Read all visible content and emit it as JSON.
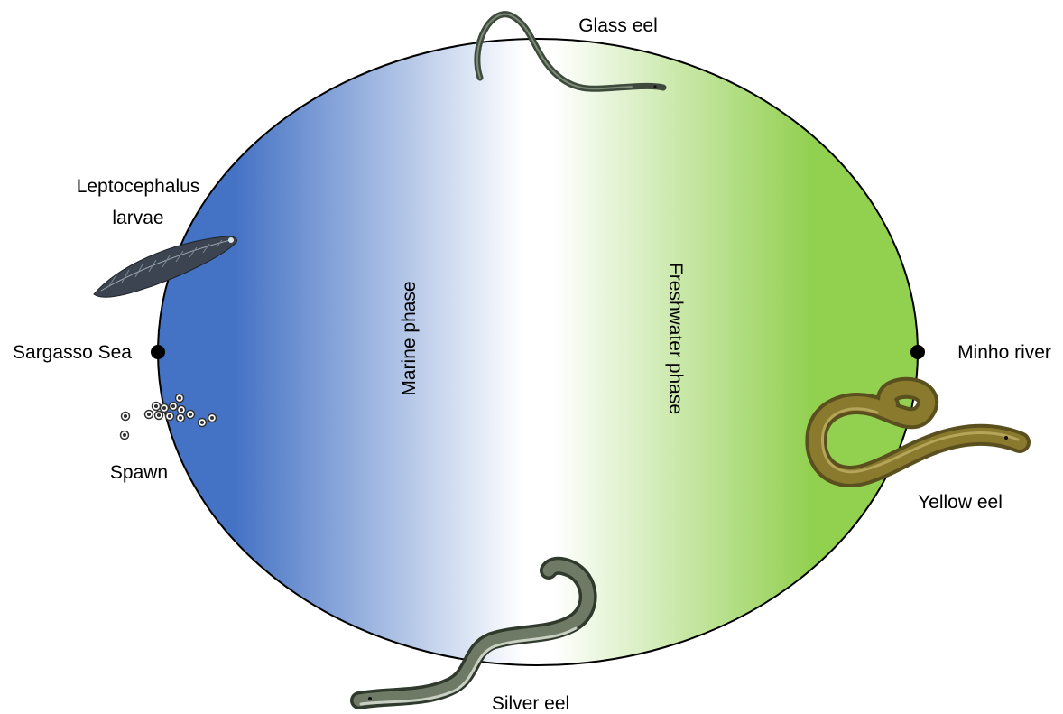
{
  "colors": {
    "marine": "#4472c4",
    "freshwater": "#92d050",
    "outline": "#000000",
    "eel_dark": "#3e4a3c",
    "eel_yellow": "#8a7a2e",
    "larva": "#3b4450"
  },
  "phases": {
    "marine": "Marine phase",
    "freshwater": "Freshwater phase"
  },
  "locations": {
    "sargasso": "Sargasso Sea",
    "minho": "Minho river"
  },
  "stages": {
    "glass_eel": "Glass eel",
    "leptocephalus_line1": "Leptocephalus",
    "leptocephalus_line2": "larvae",
    "spawn": "Spawn",
    "yellow_eel": "Yellow eel",
    "silver_eel": "Silver eel"
  }
}
